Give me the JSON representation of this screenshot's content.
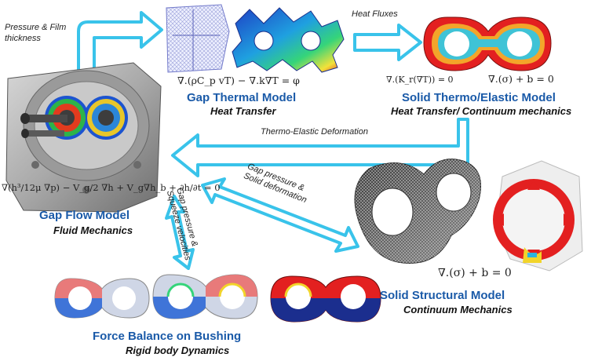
{
  "models": {
    "thermal_gap": {
      "title": "Gap Thermal Model",
      "subtitle": "Heat Transfer",
      "equation": "∇.(ρC_p vT) − ∇.k∇T = φ"
    },
    "solid_thermo": {
      "title": "Solid Thermo/Elastic Model",
      "subtitle": "Heat Transfer/ Continuum mechanics",
      "equation_a": "∇.(K_r(∇T)) = 0",
      "equation_b": "∇.(σ) + b = 0"
    },
    "gap_flow": {
      "title": "Gap Flow Model",
      "subtitle": "Fluid Mechanics",
      "equation": "∇(h³/12μ ∇p) − V_g/2 ∇h + V_g∇h_b + ∂h/∂t = 0"
    },
    "solid_structural": {
      "title": "Solid Structural Model",
      "subtitle": "Continuum Mechanics",
      "equation": "∇.(σ) + b = 0"
    },
    "force_balance": {
      "title": "Force Balance on Bushing",
      "subtitle": "Rigid body Dynamics"
    }
  },
  "arrows": {
    "pressure_film": "Pressure & Film thickness",
    "heat_fluxes": "Heat Fluxes",
    "thermo_elastic": "Thermo-Elastic Deformation",
    "gap_pressure_solid": "Gap pressure & Solid deformation",
    "gap_pressure_squeeze": "Gap pressure & Squeeze velocities"
  },
  "colors": {
    "title_blue": "#1a5aa8",
    "arrow_fill": "#ffffff",
    "arrow_stroke": "#39c3ea",
    "contour_red": "#e32020",
    "contour_blue": "#1b47b8"
  }
}
